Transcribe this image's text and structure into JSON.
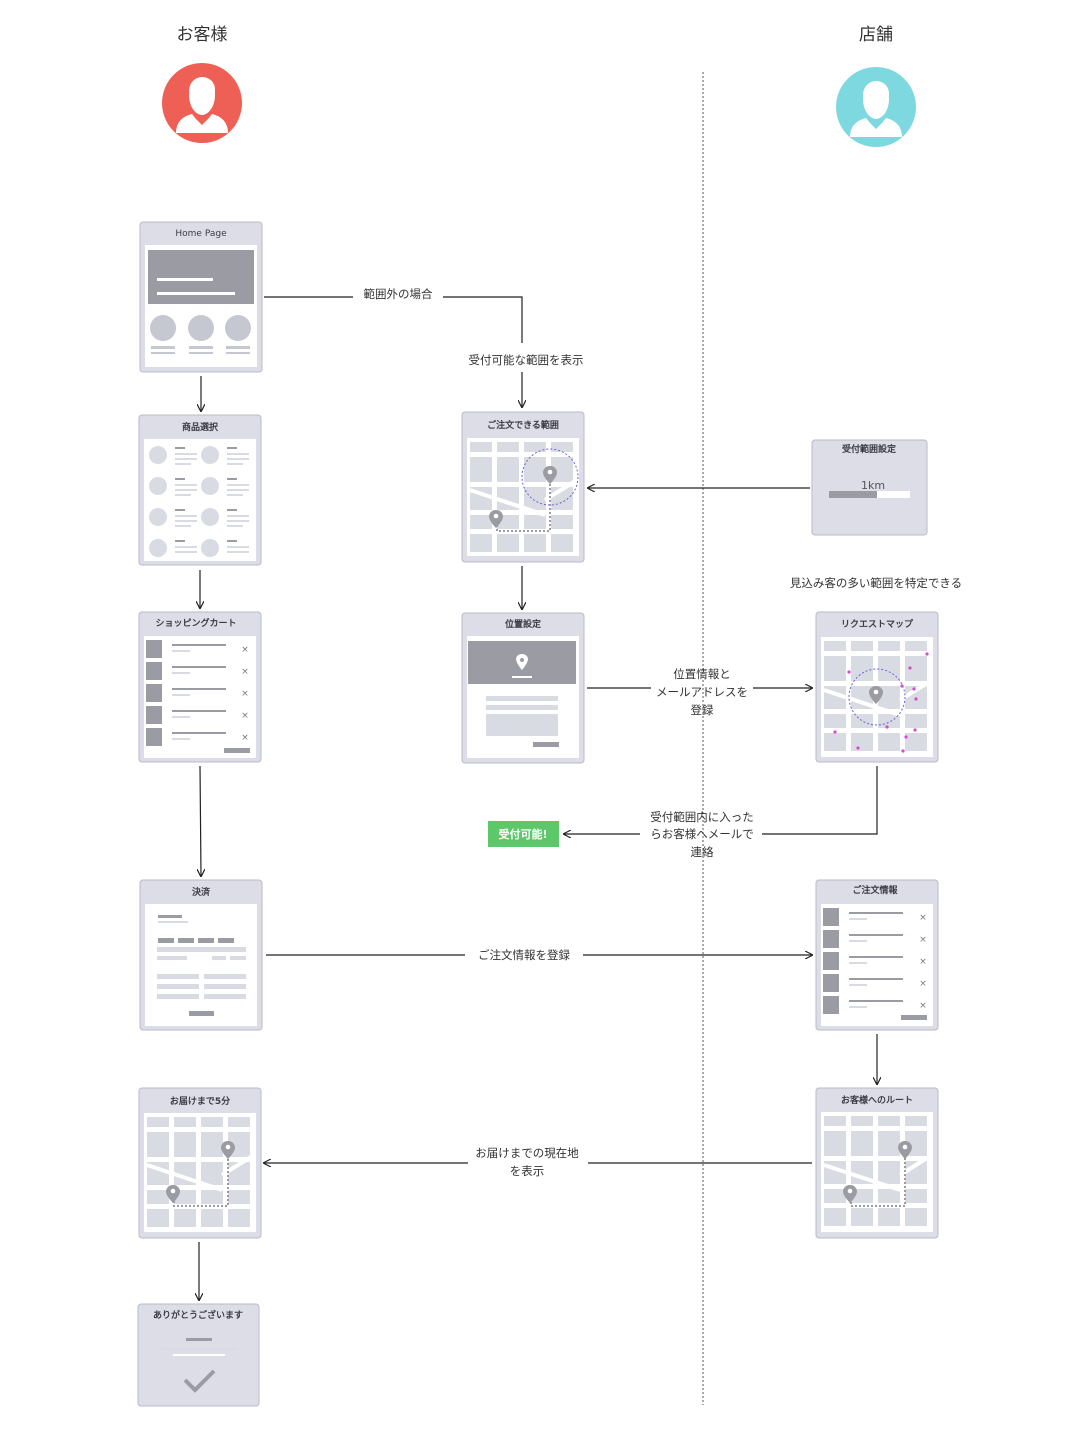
{
  "lanes": {
    "customer": "お客様",
    "store": "店舗"
  },
  "colors": {
    "customer_avatar": "#ee5f55",
    "store_avatar": "#7dd8df",
    "screen_frame": "#dcdde6",
    "placeholder": "#9b9ca3",
    "badge": "#5cc86a",
    "heat_dot": "#d44bd4",
    "radius_circle": "#6c5ce0"
  },
  "screens": {
    "home": {
      "title": "Home Page"
    },
    "product": {
      "title": "商品選択"
    },
    "cart": {
      "title": "ショッピングカート"
    },
    "order_range": {
      "title": "ご注文できる範囲"
    },
    "location": {
      "title": "位置設定"
    },
    "checkout": {
      "title": "決済"
    },
    "delivery": {
      "title": "お届けまで5分"
    },
    "thanks": {
      "title": "ありがとうございます"
    },
    "range_setting": {
      "title": "受付範囲設定",
      "value": "1km"
    },
    "request_map": {
      "title": "リクエストマップ"
    },
    "order_info": {
      "title": "ご注文情報"
    },
    "route": {
      "title": "お客様へのルート"
    }
  },
  "edges": {
    "out_of_range": "範囲外の場合",
    "show_range": "受付可能な範囲を表示",
    "register_location": [
      "位置情報と",
      "メールアドレスを",
      "登録"
    ],
    "notify": [
      "受付範囲内に入った",
      "らお客様へメールで",
      "連絡"
    ],
    "register_order": "ご注文情報を登録",
    "show_current": [
      "お届けまでの現在地",
      "を表示"
    ]
  },
  "notes": {
    "prospect": "見込み客の多い範囲を特定できる"
  },
  "badge": {
    "label": "受付可能!"
  }
}
